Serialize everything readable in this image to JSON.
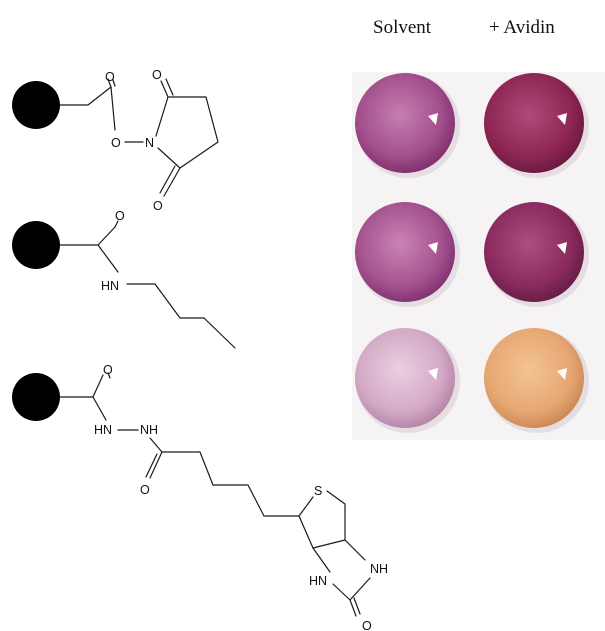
{
  "columns": {
    "solvent": "Solvent",
    "avidin": "+ Avidin"
  },
  "atoms": {
    "o": "O",
    "n": "N",
    "s": "S",
    "hn": "HN",
    "nh": "NH"
  },
  "wells": [
    {
      "row": 1,
      "column": "solvent",
      "color": "#a24e8c"
    },
    {
      "row": 1,
      "column": "avidin",
      "color": "#8d2653"
    },
    {
      "row": 2,
      "column": "solvent",
      "color": "#a4528e"
    },
    {
      "row": 2,
      "column": "avidin",
      "color": "#8a2a5e"
    },
    {
      "row": 3,
      "column": "solvent",
      "color": "#d3a9c6"
    },
    {
      "row": 3,
      "column": "avidin",
      "color": "#e7a773"
    }
  ],
  "colors": {
    "bead": "#000000",
    "background": "#ffffff",
    "bond": "#1a1a1a"
  }
}
